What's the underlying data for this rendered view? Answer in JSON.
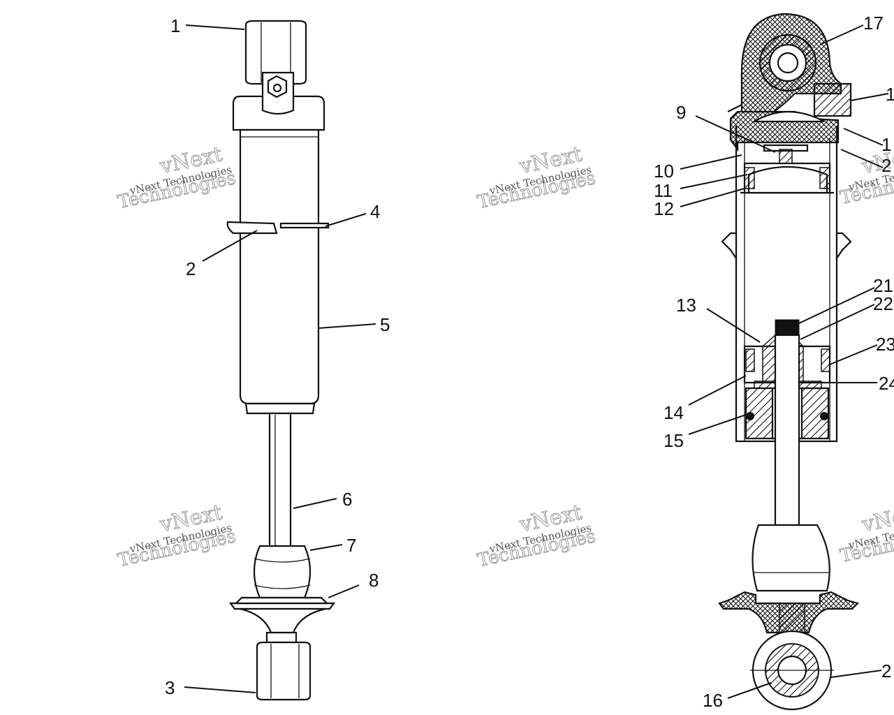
{
  "watermark": {
    "small": "vNext Technologies",
    "big_top": "vNext",
    "big_bottom": "Technologies"
  },
  "callouts": {
    "c1": "1",
    "c2": "2",
    "c3": "3",
    "c4": "4",
    "c5": "5",
    "c6": "6",
    "c7": "7",
    "c8": "8",
    "c9": "9",
    "c10": "10",
    "c11": "11",
    "c12": "12",
    "c13": "13",
    "c14": "14",
    "c15": "15",
    "c16": "16",
    "c17": "17",
    "c18": "1",
    "c19": "1",
    "c20": "2",
    "c21": "21",
    "c22": "22",
    "c23": "23",
    "c24": "24",
    "c25": "2"
  },
  "colors": {
    "line": "#111111",
    "watermark": "#9a9a9a",
    "background": "#ffffff"
  }
}
